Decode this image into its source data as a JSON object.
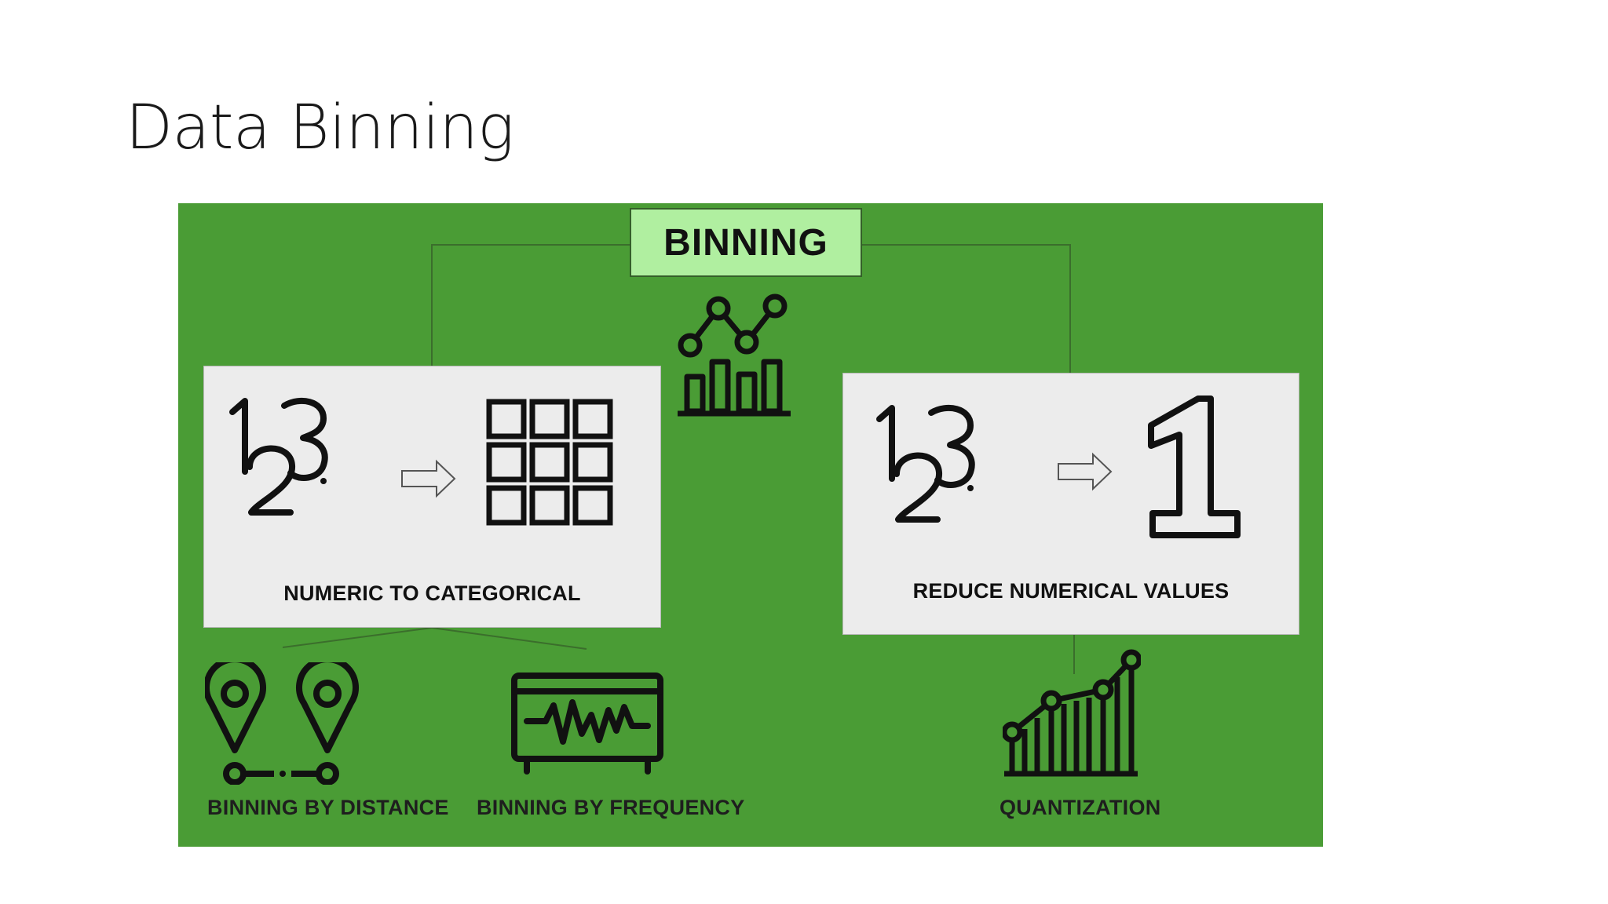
{
  "slide": {
    "title": "Data Binning"
  },
  "diagram": {
    "root_label": "BINNING",
    "left_card": {
      "label": "NUMERIC TO CATEGORICAL",
      "number_glyphs": [
        "1",
        "2",
        "3"
      ]
    },
    "right_card": {
      "label": "REDUCE NUMERICAL VALUES",
      "number_glyphs": [
        "1",
        "2",
        "3"
      ],
      "result_glyph": "1"
    },
    "leaves": [
      {
        "label": "BINNING BY DISTANCE",
        "icon": "location-pins-icon"
      },
      {
        "label": "BINNING BY FREQUENCY",
        "icon": "frequency-monitor-icon"
      },
      {
        "label": "QUANTIZATION",
        "icon": "quantization-chart-icon"
      }
    ],
    "colors": {
      "background": "#4a9c35",
      "root_box": "#b0efa0",
      "card": "#ececec",
      "icon_stroke": "#111111"
    }
  }
}
